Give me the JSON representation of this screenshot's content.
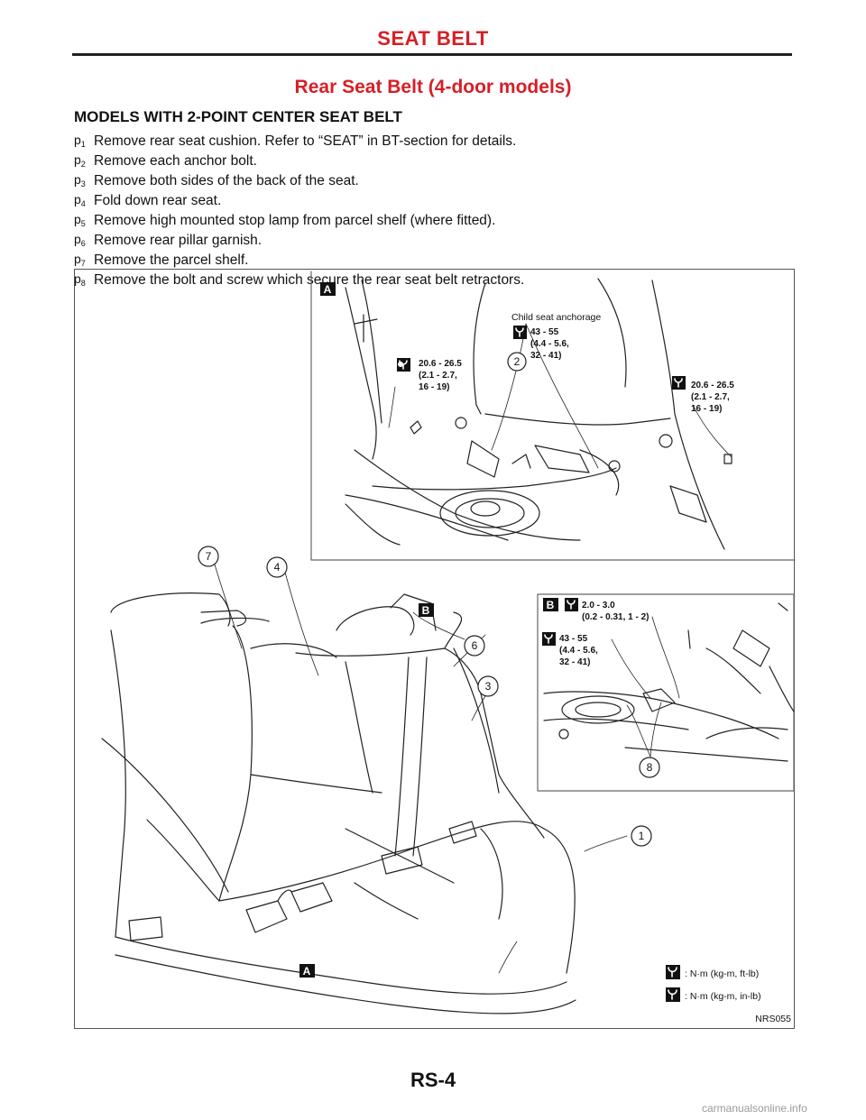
{
  "header": {
    "title": "SEAT BELT"
  },
  "section": {
    "title": "Rear Seat Belt (4-door models)",
    "subheading": "MODELS WITH 2-POINT CENTER SEAT BELT"
  },
  "steps": [
    {
      "marker": "p",
      "num": "1",
      "text": "Remove rear seat cushion. Refer to “SEAT” in BT-section for details."
    },
    {
      "marker": "p",
      "num": "2",
      "text": "Remove each anchor bolt."
    },
    {
      "marker": "p",
      "num": "3",
      "text": "Remove both sides of the back of the seat."
    },
    {
      "marker": "p",
      "num": "4",
      "text": "Fold down rear seat."
    },
    {
      "marker": "p",
      "num": "5",
      "text": "Remove high mounted stop lamp from parcel shelf (where fitted)."
    },
    {
      "marker": "p",
      "num": "6",
      "text": "Remove rear pillar garnish."
    },
    {
      "marker": "p",
      "num": "7",
      "text": "Remove the parcel shelf."
    },
    {
      "marker": "p",
      "num": "8",
      "text": "Remove the bolt and screw which secure the rear seat belt retractors."
    }
  ],
  "figure": {
    "code": "NRS055",
    "detail_a_letter": "A",
    "detail_b_letter": "B",
    "child_anchorage_label": "Child seat anchorage",
    "torque_child": [
      "43 - 55",
      "(4.4 - 5.6,",
      "32 - 41)"
    ],
    "torque_left": [
      "20.6 - 26.5",
      "(2.1 - 2.7,",
      "16 - 19)"
    ],
    "torque_right": [
      "20.6 - 26.5",
      "(2.1 - 2.7,",
      "16 - 19)"
    ],
    "torque_b1": [
      "2.0 - 3.0",
      "(0.2 - 0.31, 1 - 2)"
    ],
    "torque_b2": [
      "43 - 55",
      "(4.4 - 5.6,",
      "32 - 41)"
    ],
    "callouts": [
      "1",
      "2",
      "3",
      "4",
      "6",
      "7",
      "8"
    ],
    "legend": [
      {
        "icon": "torque-wrench-icon",
        "text": ": N·m (kg-m, ft-lb)"
      },
      {
        "icon": "torque-wrench-small-icon",
        "text": ": N·m (kg-m, in-lb)"
      }
    ]
  },
  "footer": {
    "page": "RS-4"
  },
  "watermark": "carmanualsonline.info"
}
